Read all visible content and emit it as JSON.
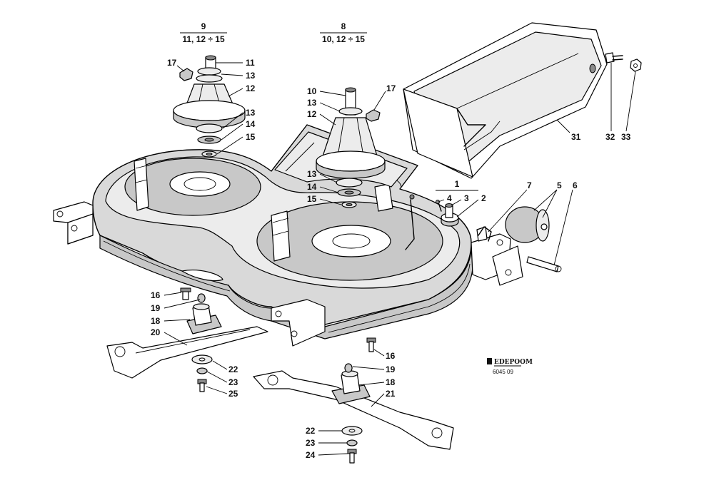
{
  "diagram": {
    "groups": [
      {
        "id": "9",
        "text": "9",
        "sub": "11, 12 ÷ 15"
      },
      {
        "id": "8",
        "text": "8",
        "sub": "10, 12 ÷ 15"
      },
      {
        "id": "1",
        "text": "1"
      }
    ],
    "callouts": [
      {
        "id": "c17a",
        "text": "17"
      },
      {
        "id": "c11",
        "text": "11"
      },
      {
        "id": "c13a",
        "text": "13"
      },
      {
        "id": "c12a",
        "text": "12"
      },
      {
        "id": "c13b",
        "text": "13"
      },
      {
        "id": "c14a",
        "text": "14"
      },
      {
        "id": "c15a",
        "text": "15"
      },
      {
        "id": "c10",
        "text": "10"
      },
      {
        "id": "c13c",
        "text": "13"
      },
      {
        "id": "c12b",
        "text": "12"
      },
      {
        "id": "c17b",
        "text": "17"
      },
      {
        "id": "c13d",
        "text": "13"
      },
      {
        "id": "c14b",
        "text": "14"
      },
      {
        "id": "c15b",
        "text": "15"
      },
      {
        "id": "c4",
        "text": "4"
      },
      {
        "id": "c3",
        "text": "3"
      },
      {
        "id": "c2",
        "text": "2"
      },
      {
        "id": "c7",
        "text": "7"
      },
      {
        "id": "c5",
        "text": "5"
      },
      {
        "id": "c6",
        "text": "6"
      },
      {
        "id": "c31",
        "text": "31"
      },
      {
        "id": "c32",
        "text": "32"
      },
      {
        "id": "c33",
        "text": "33"
      },
      {
        "id": "c16a",
        "text": "16"
      },
      {
        "id": "c19a",
        "text": "19"
      },
      {
        "id": "c18a",
        "text": "18"
      },
      {
        "id": "c20",
        "text": "20"
      },
      {
        "id": "c22a",
        "text": "22"
      },
      {
        "id": "c23a",
        "text": "23"
      },
      {
        "id": "c25",
        "text": "25"
      },
      {
        "id": "c16b",
        "text": "16"
      },
      {
        "id": "c19b",
        "text": "19"
      },
      {
        "id": "c18b",
        "text": "18"
      },
      {
        "id": "c21",
        "text": "21"
      },
      {
        "id": "c22b",
        "text": "22"
      },
      {
        "id": "c23b",
        "text": "23"
      },
      {
        "id": "c24",
        "text": "24"
      }
    ],
    "logo": {
      "text": "EDEPOOM"
    },
    "drawing_code": "6045 09"
  }
}
